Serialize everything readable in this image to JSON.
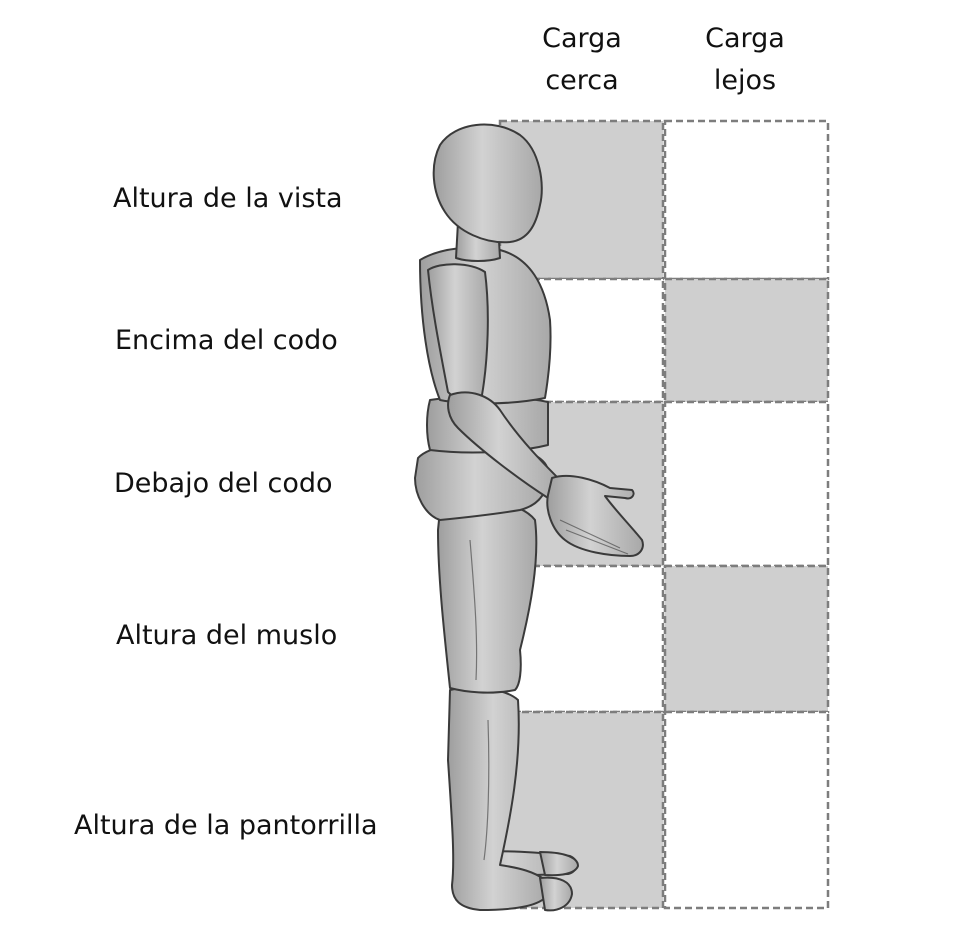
{
  "columns": [
    {
      "label": "Carga\ncerca"
    },
    {
      "label": "Carga\nlejos"
    }
  ],
  "rows": [
    {
      "label": "Altura de la vista",
      "shaded": [
        "near"
      ]
    },
    {
      "label": "Encima del codo",
      "shaded": [
        "far"
      ]
    },
    {
      "label": "Debajo del codo",
      "shaded": [
        "near"
      ]
    },
    {
      "label": "Altura del muslo",
      "shaded": [
        "far"
      ]
    },
    {
      "label": "Altura de la pantorrilla",
      "shaded": [
        "near"
      ]
    }
  ],
  "colors": {
    "shaded": "#cfcfcf",
    "border": "#7d7d7d",
    "figure": "#bdbdbd",
    "figure_outline": "#3a3a3a"
  }
}
